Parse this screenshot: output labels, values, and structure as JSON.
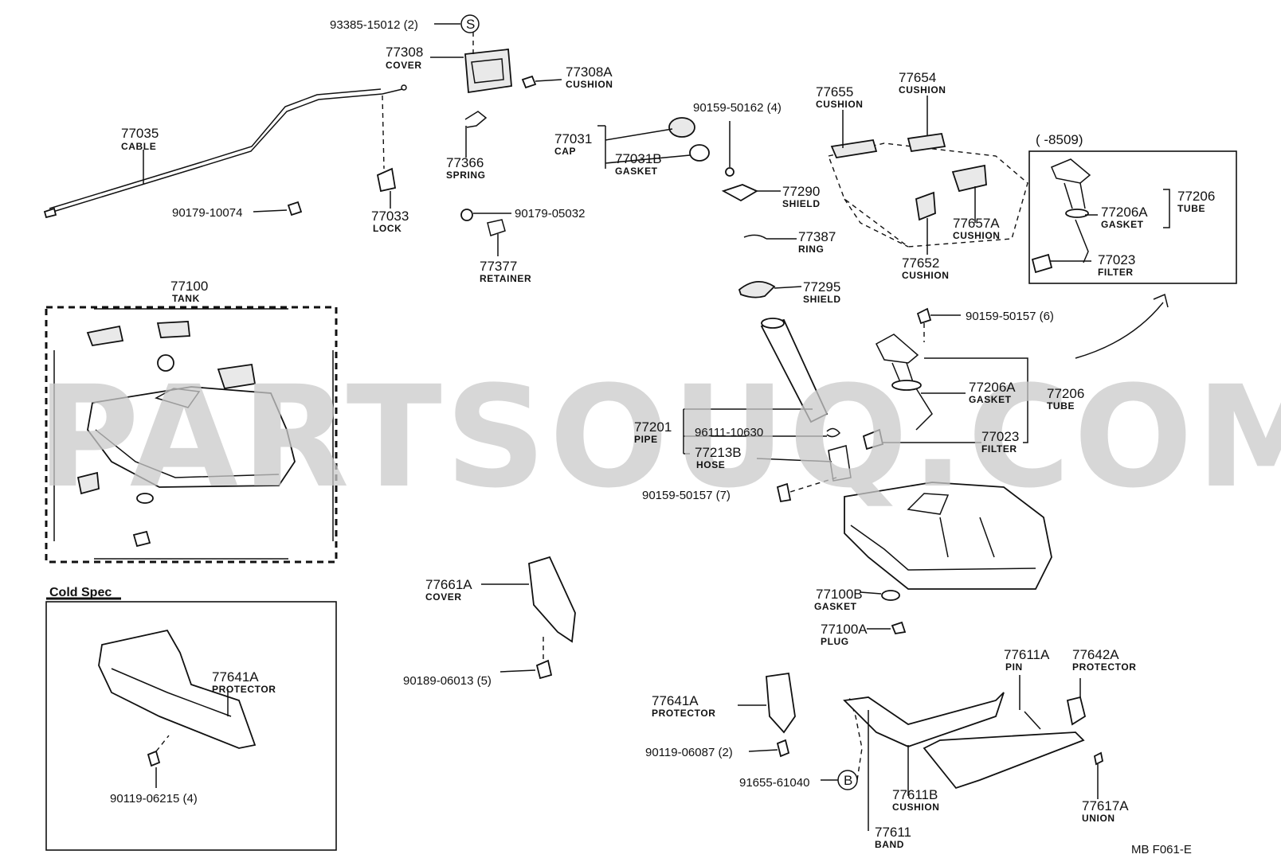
{
  "watermark": "PARTSOUQ.COM",
  "diagram_code": "MB  F061-E",
  "cold_spec_label": "Cold Spec",
  "range_label": "(      -8509)",
  "callouts": {
    "p93385": "93385-15012 (2)",
    "s_marker": "S",
    "b_marker": "B",
    "p77308": {
      "num": "77308",
      "name": "COVER"
    },
    "p77308A": {
      "num": "77308A",
      "name": "CUSHION"
    },
    "p77035": {
      "num": "77035",
      "name": "CABLE"
    },
    "p77366": {
      "num": "77366",
      "name": "SPRING"
    },
    "p77033": {
      "num": "77033",
      "name": "LOCK"
    },
    "p90179_10074": "90179-10074",
    "p90179_05032": "90179-05032",
    "p77377": {
      "num": "77377",
      "name": "RETAINER"
    },
    "p77031": {
      "num": "77031",
      "name": "CAP"
    },
    "p77031B": {
      "num": "77031B",
      "name": "GASKET"
    },
    "p90159_50162": "90159-50162 (4)",
    "p77290": {
      "num": "77290",
      "name": "SHIELD"
    },
    "p77387": {
      "num": "77387",
      "name": "RING"
    },
    "p77295": {
      "num": "77295",
      "name": "SHIELD"
    },
    "p77655": {
      "num": "77655",
      "name": "CUSHION"
    },
    "p77654": {
      "num": "77654",
      "name": "CUSHION"
    },
    "p77657A": {
      "num": "77657A",
      "name": "CUSHION"
    },
    "p77652": {
      "num": "77652",
      "name": "CUSHION"
    },
    "p77206_top": {
      "num": "77206",
      "name": "TUBE"
    },
    "p77206A_top": {
      "num": "77206A",
      "name": "GASKET"
    },
    "p77023_top": {
      "num": "77023",
      "name": "FILTER"
    },
    "p90159_50157_6": "90159-50157 (6)",
    "p77206A": {
      "num": "77206A",
      "name": "GASKET"
    },
    "p77206": {
      "num": "77206",
      "name": "TUBE"
    },
    "p77023": {
      "num": "77023",
      "name": "FILTER"
    },
    "p77201": {
      "num": "77201",
      "name": "PIPE"
    },
    "p96111": "96111-10630",
    "p77213B": {
      "num": "77213B",
      "name": "HOSE"
    },
    "p90159_50157_7": "90159-50157 (7)",
    "p77100": {
      "num": "77100",
      "name": "TANK"
    },
    "p77100B": {
      "num": "77100B",
      "name": "GASKET"
    },
    "p77100A": {
      "num": "77100A",
      "name": "PLUG"
    },
    "p77661A": {
      "num": "77661A",
      "name": "COVER"
    },
    "p90189": "90189-06013 (5)",
    "p77641A_cold": {
      "num": "77641A",
      "name": "PROTECTOR"
    },
    "p90119_06215": "90119-06215 (4)",
    "p77641A": {
      "num": "77641A",
      "name": "PROTECTOR"
    },
    "p90119_06087": "90119-06087 (2)",
    "p91655": "91655-61040",
    "p77611A": {
      "num": "77611A",
      "name": "PIN"
    },
    "p77642A": {
      "num": "77642A",
      "name": "PROTECTOR"
    },
    "p77611B": {
      "num": "77611B",
      "name": "CUSHION"
    },
    "p77611": {
      "num": "77611",
      "name": "BAND"
    },
    "p77617A": {
      "num": "77617A",
      "name": "UNION"
    }
  }
}
